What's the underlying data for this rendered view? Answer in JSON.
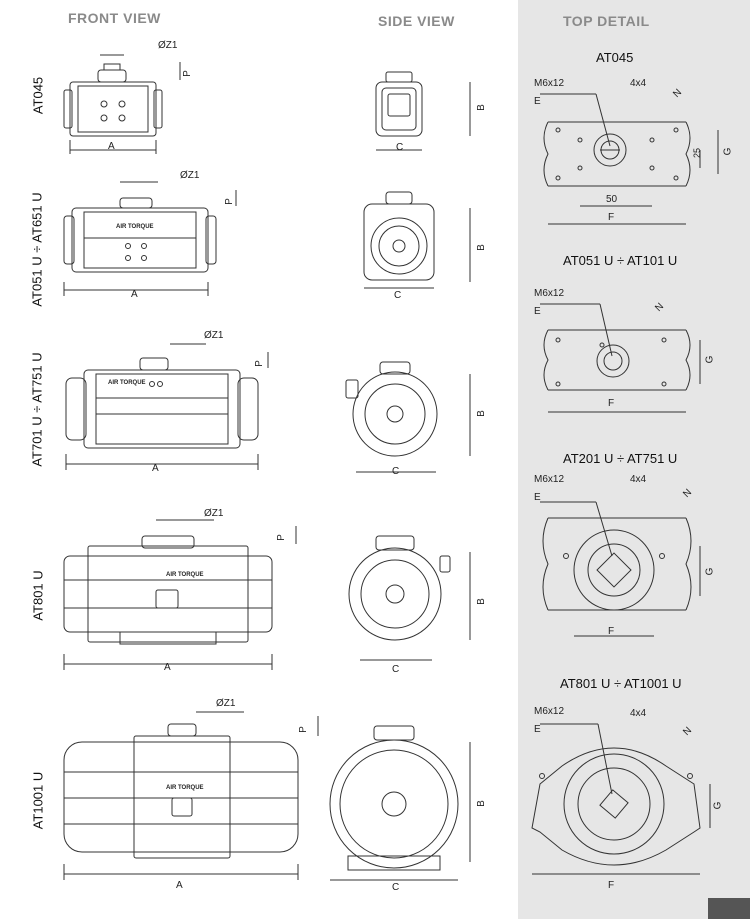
{
  "headers": {
    "front": "FRONT VIEW",
    "side": "SIDE VIEW",
    "top": "TOP DETAIL"
  },
  "models": [
    "AT045",
    "AT051 U ÷ AT651 U",
    "AT701 U ÷ AT751 U",
    "AT801 U",
    "AT1001 U"
  ],
  "details": [
    "AT045",
    "AT051 U ÷ AT101 U",
    "AT201 U ÷ AT751 U",
    "AT801 U ÷ AT1001 U"
  ],
  "dims": {
    "A": "A",
    "B": "B",
    "C": "C",
    "P": "P",
    "Z1": "ØZ1",
    "F": "F",
    "G": "G",
    "E": "E",
    "N": "N"
  },
  "detail_labels": {
    "thread": "M6x12",
    "square": "4x4",
    "fifty": "50",
    "twentyfive": "25"
  },
  "brand": "AIR TORQUE",
  "colors": {
    "panel": "#e6e6e6",
    "ink": "#222222",
    "header": "#8a8a8a"
  }
}
